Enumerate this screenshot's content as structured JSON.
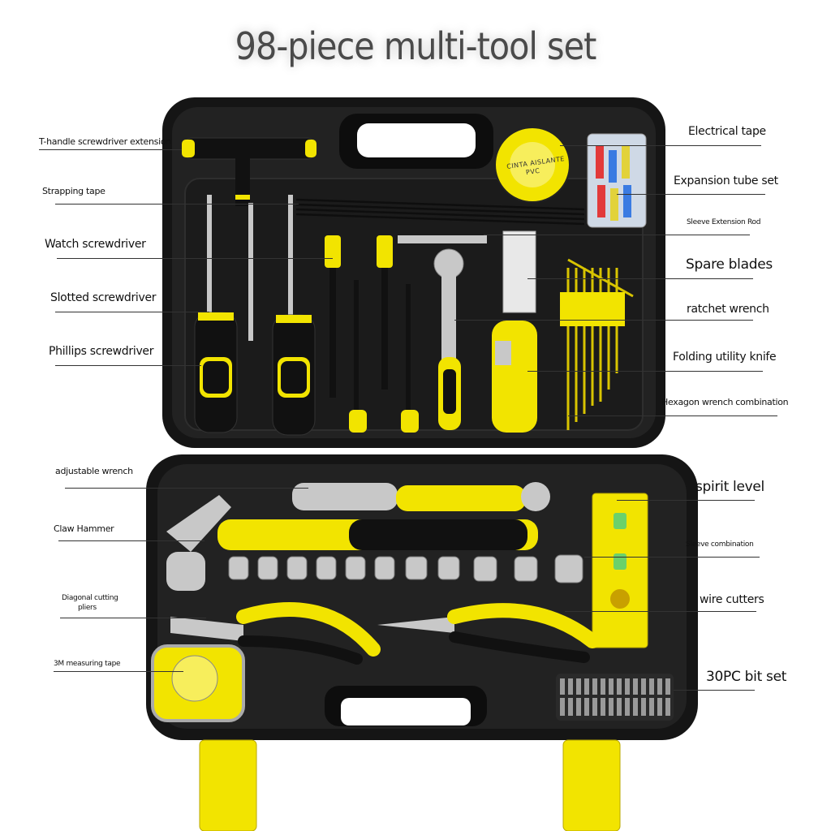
{
  "title": "98-piece multi-tool set",
  "tape_print": [
    "CINTA AISLANTE",
    "PVC"
  ],
  "labels_left": [
    "T-handle screwdriver extension",
    "Strapping tape",
    "Watch screwdriver",
    "Slotted screwdriver",
    "Phillips screwdriver",
    "adjustable wrench",
    "Claw Hammer",
    "Diagonal cutting",
    "pliers",
    "3M measuring tape"
  ],
  "labels_right": [
    "Electrical tape",
    "Expansion tube set",
    "Sleeve Extension Rod",
    "Spare blades",
    "ratchet wrench",
    "Folding utility knife",
    "Hexagon wrench combination",
    "spirit level",
    "Sleeve combination",
    "wire cutters",
    "30PC bit set"
  ],
  "colors": {
    "case": "#1a1a1a",
    "case_edge": "#3a3a3a",
    "accent": "#f2e400",
    "steel": "#c8c8c8"
  }
}
